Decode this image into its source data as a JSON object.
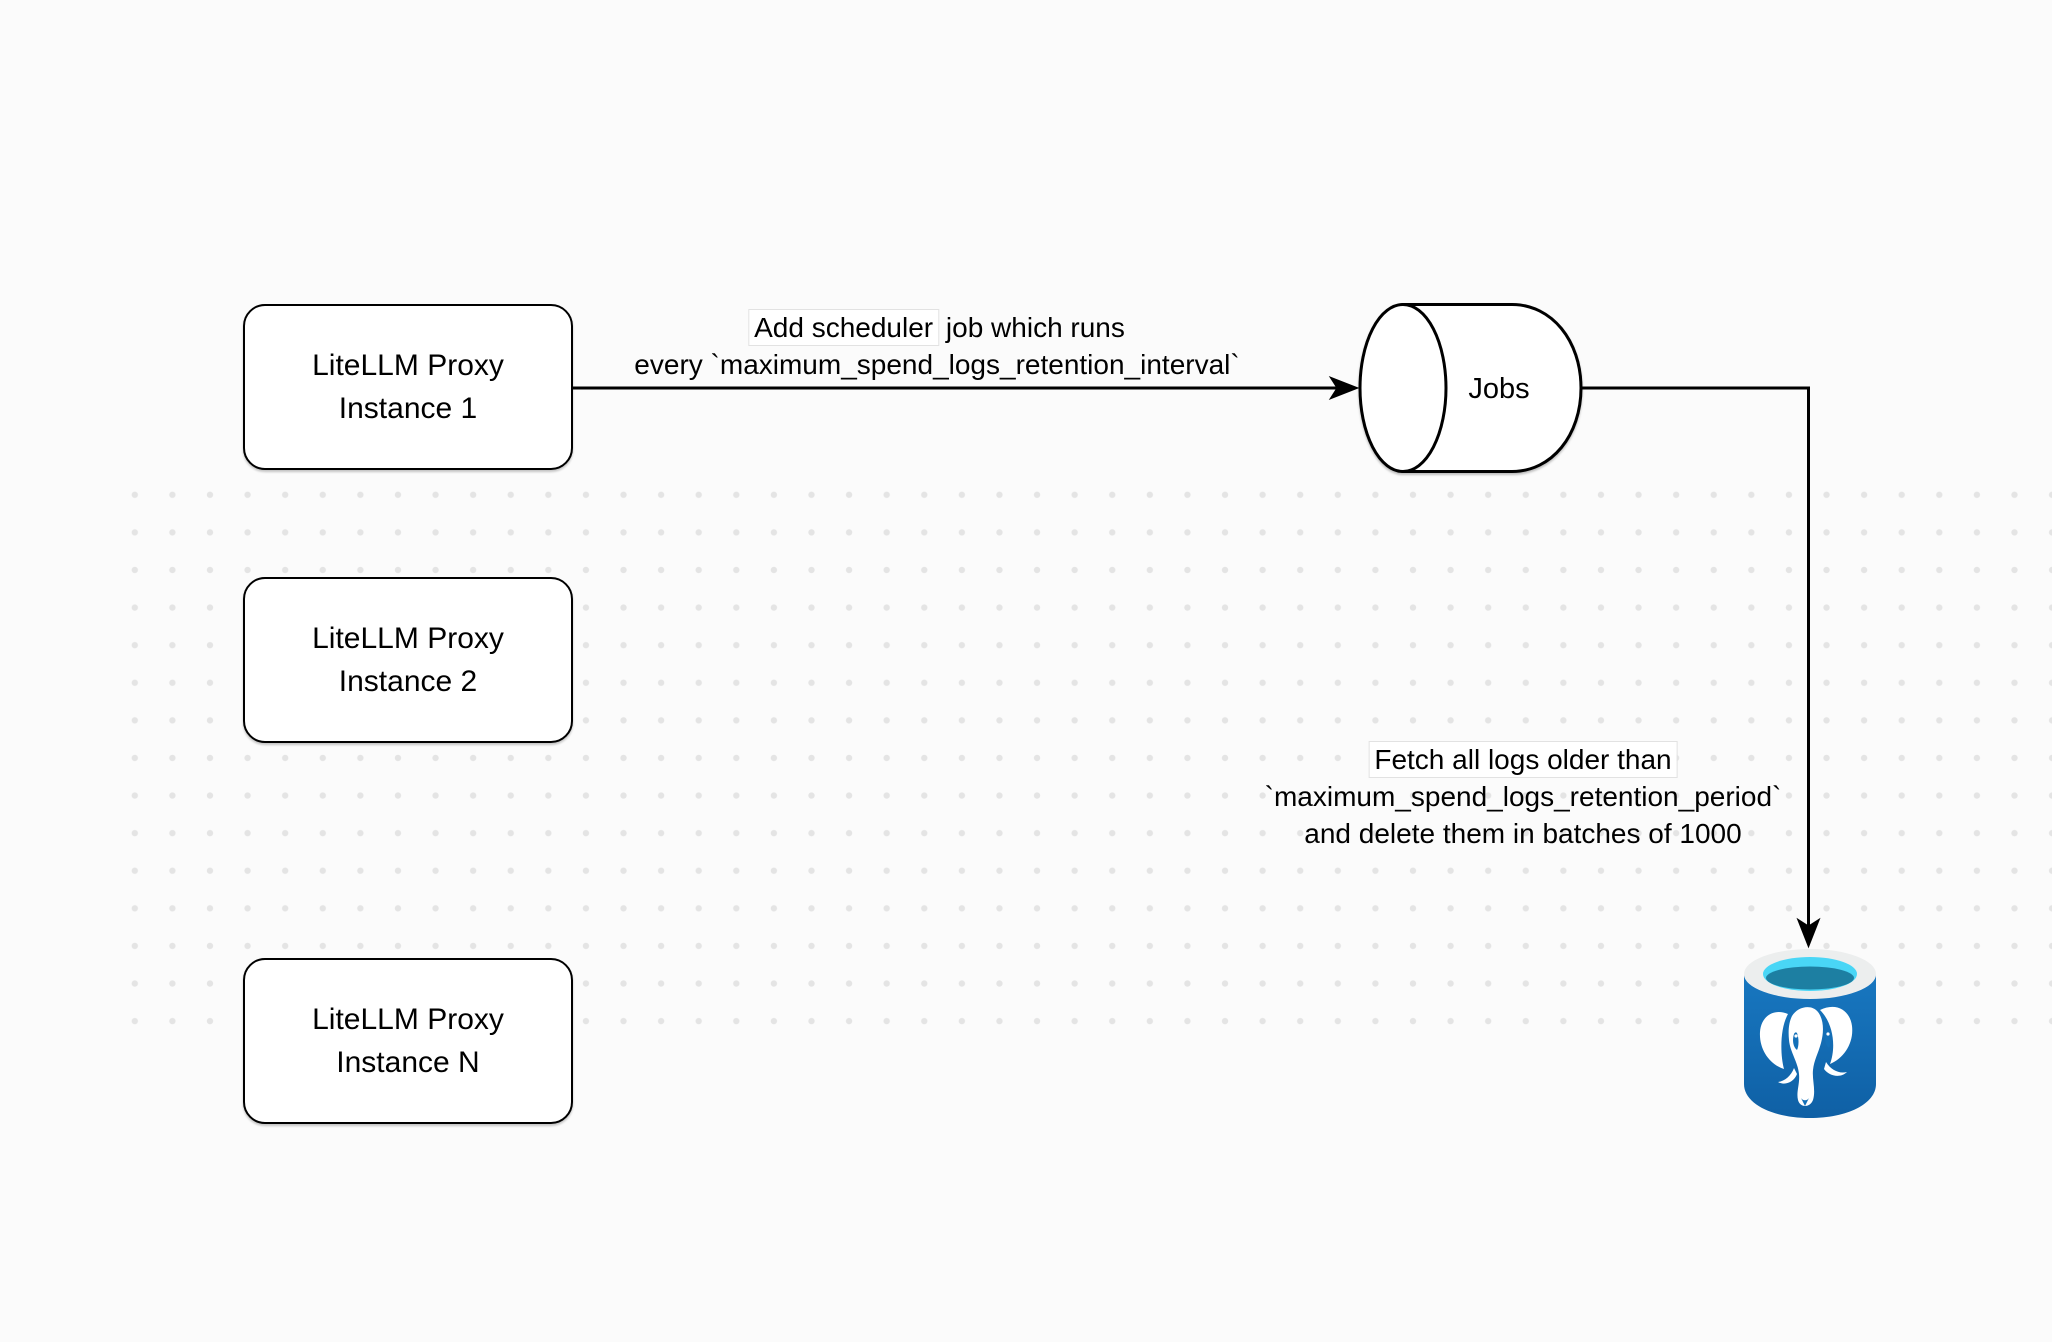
{
  "diagram": {
    "background": "#fbfbfb",
    "nodes": [
      {
        "id": "proxy-1",
        "shape": "rounded-rectangle",
        "label": "LiteLLM Proxy\nInstance 1"
      },
      {
        "id": "proxy-2",
        "shape": "rounded-rectangle",
        "label": "LiteLLM Proxy\nInstance 2"
      },
      {
        "id": "proxy-n",
        "shape": "rounded-rectangle",
        "label": "LiteLLM Proxy\nInstance N"
      },
      {
        "id": "jobs",
        "shape": "horizontal-cylinder",
        "label": "Jobs"
      },
      {
        "id": "postgres",
        "shape": "database-cylinder",
        "icon": "postgresql-elephant-icon",
        "label": ""
      }
    ],
    "edges": [
      {
        "from": "proxy-1",
        "to": "jobs",
        "label_boxed": "Add scheduler",
        "label_rest": " job which runs",
        "label_line2": "every `maximum_spend_logs_retention_interval`"
      },
      {
        "from": "jobs",
        "to": "postgres",
        "label_boxed": "Fetch all logs older than",
        "label_line2": "`maximum_spend_logs_retention_period`",
        "label_line3": "and delete them in batches of 1000"
      }
    ],
    "colors": {
      "line": "#000000",
      "node_fill": "#ffffff",
      "node_border": "#000000",
      "dot_grid": "#e4e4e4",
      "postgres_blue": "#1470b8",
      "postgres_blue_dark": "#0f60a5",
      "postgres_cyan": "#49d6f6",
      "postgres_teal": "#1d7fa2",
      "postgres_rim": "#eceeee"
    }
  }
}
